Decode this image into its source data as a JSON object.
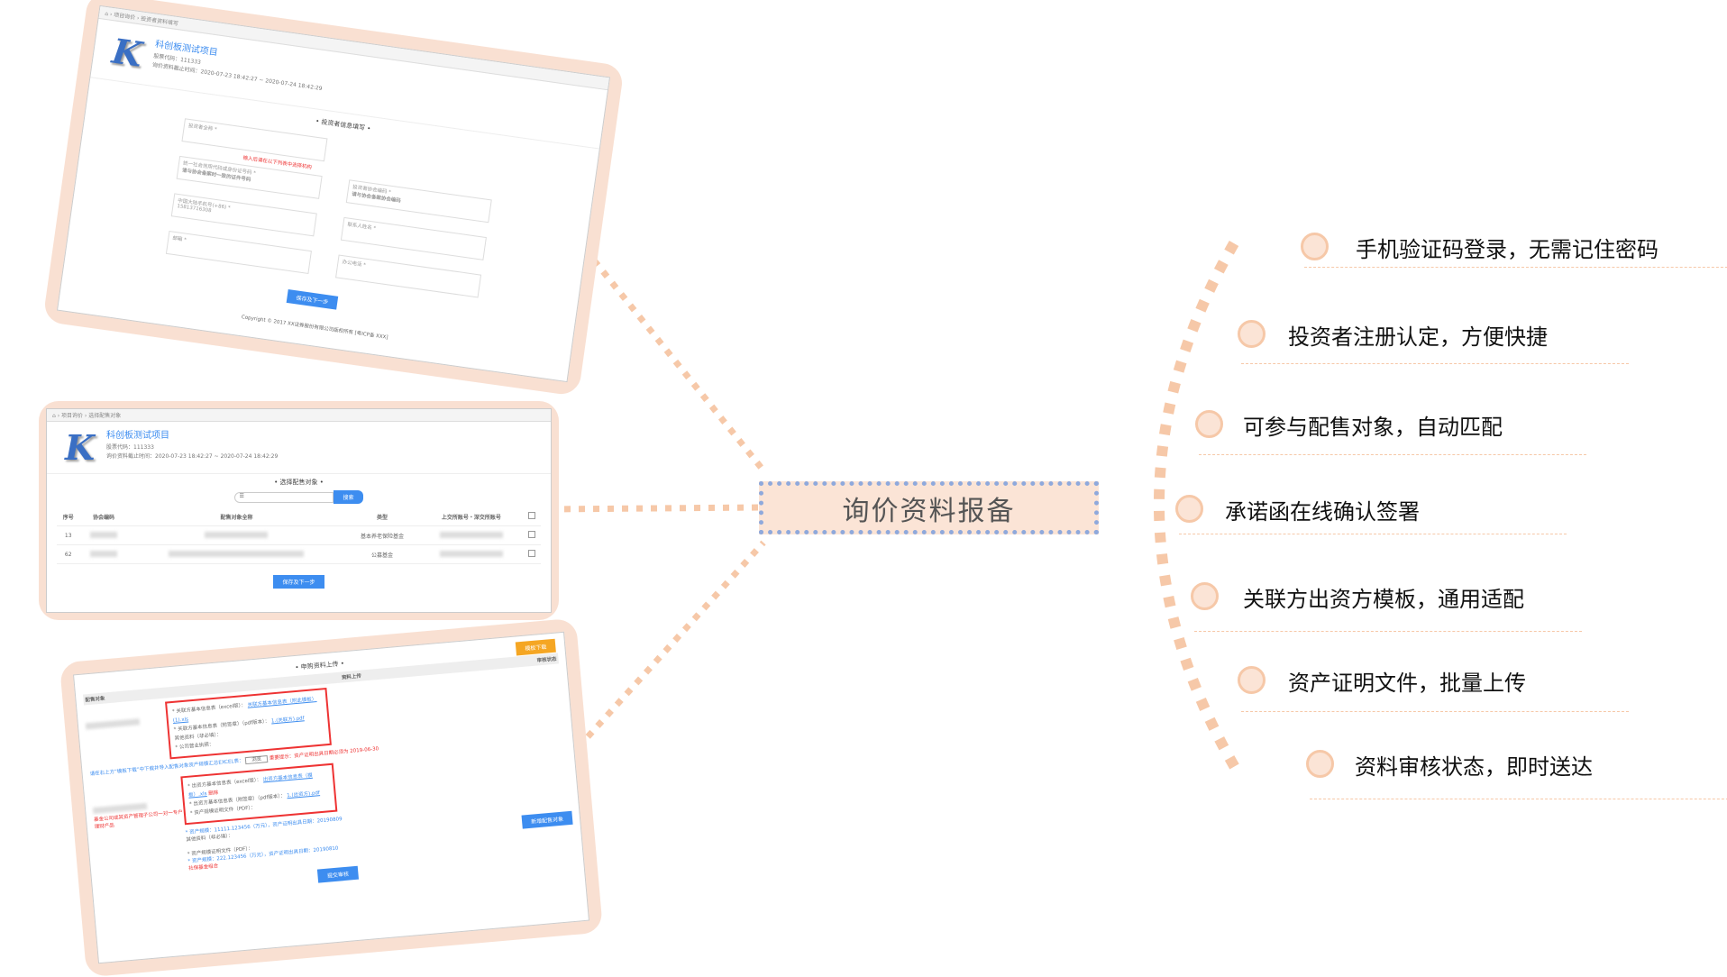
{
  "center_title": "询价资料报备",
  "features": [
    {
      "text": "手机验证码登录，无需记住密码"
    },
    {
      "text": "投资者注册认定，方便快捷"
    },
    {
      "text": "可参与配售对象，自动匹配"
    },
    {
      "text": "承诺函在线确认签署"
    },
    {
      "text": "关联方出资方模板，通用适配"
    },
    {
      "text": "资产证明文件，批量上传"
    },
    {
      "text": "资料审核状态，即时送达"
    }
  ],
  "project": {
    "logo": "K",
    "title": "科创板测试项目",
    "code": "股票代码：111333",
    "deadline": "询价资料截止时间：2020-07-23 18:42:27 ~ 2020-07-24 18:42:29"
  },
  "shot1": {
    "crumb": "⌂ › 项目询价 › 投资者资料填写",
    "section": "• 投资者信息填写 •",
    "fields": [
      "投资者全称 *",
      "统一社会信用代码或身份证号码 *",
      "中国大陆手机号(+86) *",
      "邮箱 *",
      "投资者协会编码 *",
      "联系人姓名 *",
      "办公电话 *"
    ],
    "values": [
      "",
      "请与协会备案时一致的证件号码",
      "15813716308",
      "",
      "请与协会备案协会编码",
      "",
      ""
    ],
    "hint": "输入后请在以下列表中选择机构",
    "next": "保存及下一步",
    "copyright": "Copyright © 2017 XX证券股份有限公司版权所有 [粤ICP备 XXX]"
  },
  "shot2": {
    "crumb": "⌂ › 项目询价 › 选择配售对象",
    "section": "• 选择配售对象 •",
    "search_placeholder": "☰",
    "search_btn": "搜索",
    "headers": [
      "序号",
      "协会编码",
      "配售对象全称",
      "类型",
      "上交所账号・深交所账号"
    ],
    "rows": [
      {
        "no": "13",
        "type": "基本养老保险基金"
      },
      {
        "no": "62",
        "type": "公募基金"
      }
    ],
    "next": "保存及下一步"
  },
  "shot3": {
    "section": "• 申购资料上传 •",
    "template_btn": "模板下载",
    "col_obj": "配售对象",
    "col_upload": "资料上传",
    "col_status": "审核状态",
    "box1": [
      "* 关联方基本信息表（excel版）：",
      "关联方基本信息表（附此模板）(1).xls",
      "* 关联方基本信息表（附签章）（pdf版本）：",
      "1.(关联方).pdf",
      "其他资料（非必填）：",
      "* 公司营业执照："
    ],
    "tip": "请在右上方“模板下载”中下载并导入配售对象资产规模汇总EXCEL表：",
    "browse": "浏览",
    "warn": "重要提示：资产证明出具日期必须为 2019-06-30",
    "box2": [
      "* 出资方基本信息表（excel版）：",
      "出资方基本信息表（模板）.xls",
      "* 出资方基本信息表（附签章）（pdf版本）：",
      "1.(出资方).pdf",
      "* 资产规模证明文件（PDF）："
    ],
    "delete": "删除",
    "scale1": "* 资产规模：11111.123456（万元），资产证明出具日期：20190809",
    "other": "其他资料（非必填）：",
    "red1": "基金公司或其资产管理子公司一对一专户理财产品",
    "proof2": "* 资产规模证明文件（PDF）：",
    "scale2": "* 资产规模：222.123456（万元），资产证明出具日期：20190810",
    "red2": "社保基金组合",
    "add_btn": "新增配售对象",
    "submit": "提交审核"
  },
  "colors": {
    "accent": "#f6c8a8",
    "box_bg": "#fbe4d6",
    "box_border": "#8fa9dc",
    "blue": "#3d8df0"
  }
}
